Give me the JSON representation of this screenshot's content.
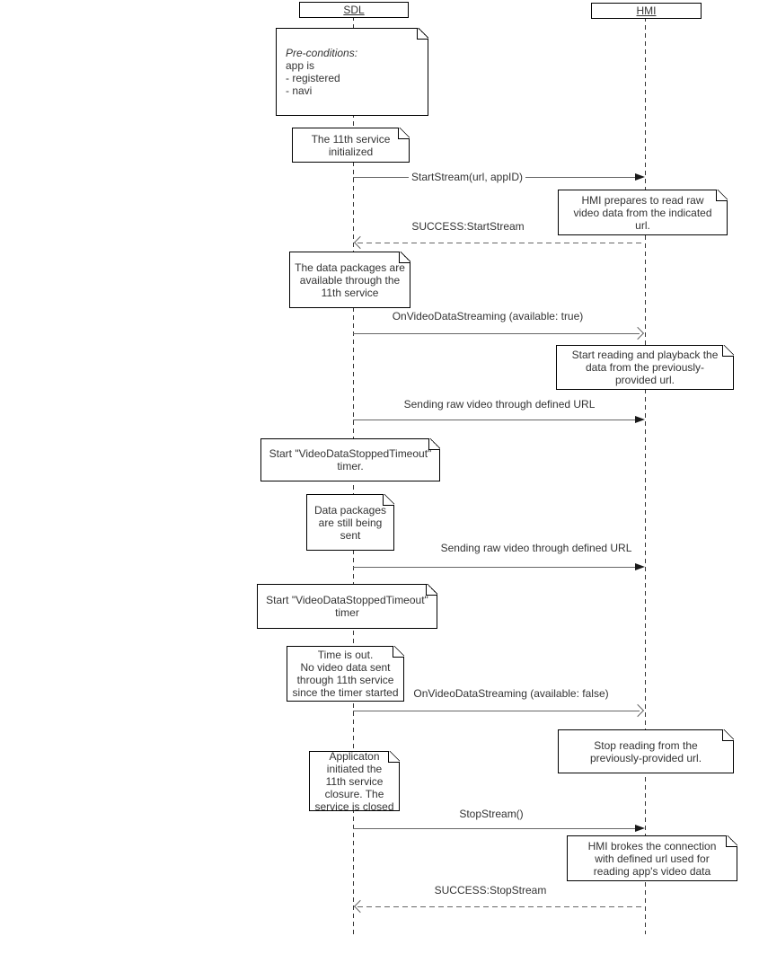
{
  "diagram_type": "uml-sequence-diagram",
  "colors": {
    "background": "#ffffff",
    "note_border": "#000000",
    "message_line": "#666666",
    "filled_arrowhead": "#1a1a1a",
    "text": "#333333"
  },
  "actors": [
    {
      "label": "SDL"
    },
    {
      "label": "HMI"
    }
  ],
  "notes": [
    {
      "owner": "SDL",
      "title": "Pre-conditions:",
      "body": "\napp is\n- registered\n- navi"
    },
    {
      "owner": "SDL",
      "text": "The 11th service\ninitialized"
    },
    {
      "owner": "HMI",
      "text": "HMI prepares to read raw\nvideo data from the indicated\nurl."
    },
    {
      "owner": "SDL",
      "text": "The data packages are\navailable through the\n11th service"
    },
    {
      "owner": "HMI",
      "text": "Start reading and playback the\ndata from the previously-\nprovided url."
    },
    {
      "owner": "SDL",
      "text": "Start \"VideoDataStoppedTimeout\"\ntimer."
    },
    {
      "owner": "SDL",
      "text": "Data packages\nare still being\nsent"
    },
    {
      "owner": "SDL",
      "text": "Start \"VideoDataStoppedTimeout\"\ntimer"
    },
    {
      "owner": "SDL",
      "text": "Time is out.\nNo video data sent\nthrough 11th service\nsince the timer started"
    },
    {
      "owner": "HMI",
      "text": "Stop reading from the\npreviously-provided url."
    },
    {
      "owner": "SDL",
      "text": "Applicaton\ninitiated the\n11th service\nclosure. The\nservice is closed"
    },
    {
      "owner": "HMI",
      "text": "HMI brokes the connection\nwith defined url used for\nreading app's video data"
    }
  ],
  "messages": [
    {
      "label": "StartStream(url, appID)",
      "from": "SDL",
      "to": "HMI",
      "line": "solid",
      "arrowhead": "filled"
    },
    {
      "label": "SUCCESS:StartStream",
      "from": "HMI",
      "to": "SDL",
      "line": "dashed",
      "arrowhead": "open"
    },
    {
      "label": "OnVideoDataStreaming (available: true)",
      "from": "SDL",
      "to": "HMI",
      "line": "solid",
      "arrowhead": "open"
    },
    {
      "label": "Sending raw video through defined URL",
      "from": "SDL",
      "to": "HMI",
      "line": "solid",
      "arrowhead": "filled"
    },
    {
      "label": "Sending raw video through defined URL",
      "from": "SDL",
      "to": "HMI",
      "line": "solid",
      "arrowhead": "filled"
    },
    {
      "label": "OnVideoDataStreaming (available: false)",
      "from": "SDL",
      "to": "HMI",
      "line": "solid",
      "arrowhead": "open"
    },
    {
      "label": "StopStream()",
      "from": "SDL",
      "to": "HMI",
      "line": "solid",
      "arrowhead": "filled"
    },
    {
      "label": "SUCCESS:StopStream",
      "from": "HMI",
      "to": "SDL",
      "line": "dashed",
      "arrowhead": "open"
    }
  ]
}
